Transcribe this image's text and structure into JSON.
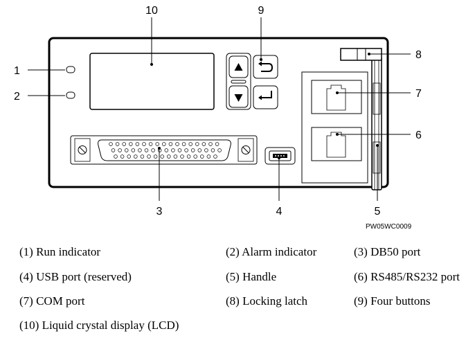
{
  "figure_id": "PW05WC0009",
  "callouts": {
    "c1": "1",
    "c2": "2",
    "c3": "3",
    "c4": "4",
    "c5": "5",
    "c6": "6",
    "c7": "7",
    "c8": "8",
    "c9": "9",
    "c10": "10"
  },
  "legend": [
    "(1) Run indicator",
    "(2) Alarm indicator",
    "(3) DB50 port",
    "(4) USB port (reserved)",
    "(5) Handle",
    "(6) RS485/RS232 port",
    "(7) COM port",
    "(8) Locking latch",
    "(9) Four buttons",
    "(10) Liquid crystal display (LCD)"
  ],
  "icons": {
    "up_button": "up-triangle-icon",
    "down_button": "down-triangle-icon",
    "back_button": "back-arrow-icon",
    "enter_button": "enter-arrow-icon"
  }
}
